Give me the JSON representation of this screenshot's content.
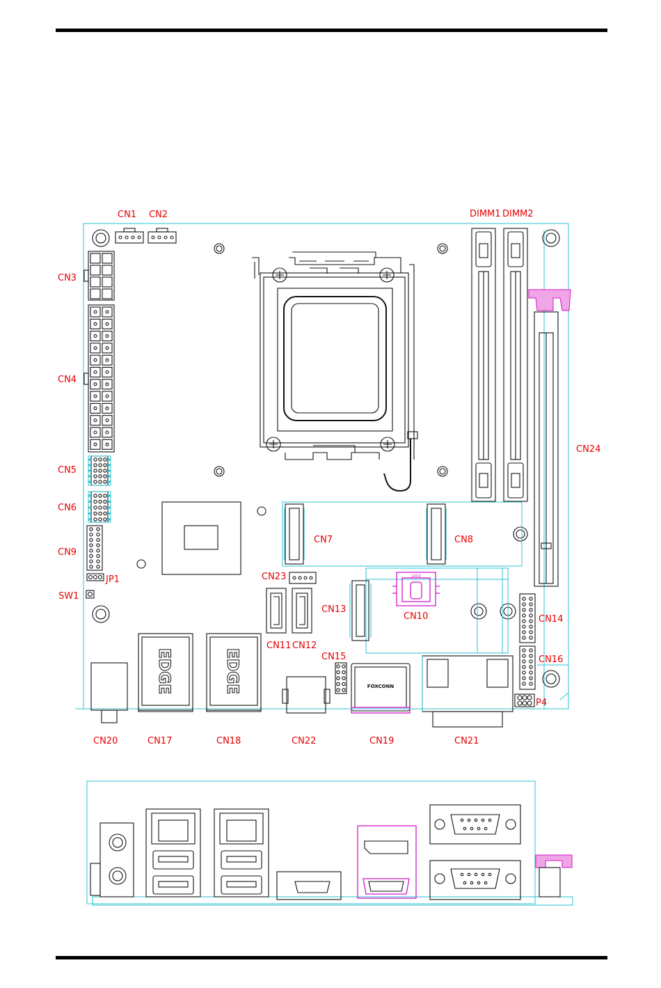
{
  "labels": {
    "cn1": "CN1",
    "cn2": "CN2",
    "cn3": "CN3",
    "cn4": "CN4",
    "cn5": "CN5",
    "cn6": "CN6",
    "cn9": "CN9",
    "jp1": "JP1",
    "sw1": "SW1",
    "cn7": "CN7",
    "cn8": "CN8",
    "cn23": "CN23",
    "cn11": "CN11",
    "cn12": "CN12",
    "cn13": "CN13",
    "cn10": "CN10",
    "cn15": "CN15",
    "cn14": "CN14",
    "cn16": "CN16",
    "p4": "P4",
    "cn24": "CN24",
    "dimm1": "DIMM1",
    "dimm2": "DIMM2",
    "cn20": "CN20",
    "cn17": "CN17",
    "cn18": "CN18",
    "cn22": "CN22",
    "cn19": "CN19",
    "cn21": "CN21"
  },
  "component_text": {
    "lan_logo": "EDGE",
    "foxconn": "FOXCONN",
    "lock": "LOCK"
  },
  "colors": {
    "label_red": "#e60000",
    "outline_cyan": "#29c3d3",
    "highlight_magenta": "#d417c8"
  }
}
